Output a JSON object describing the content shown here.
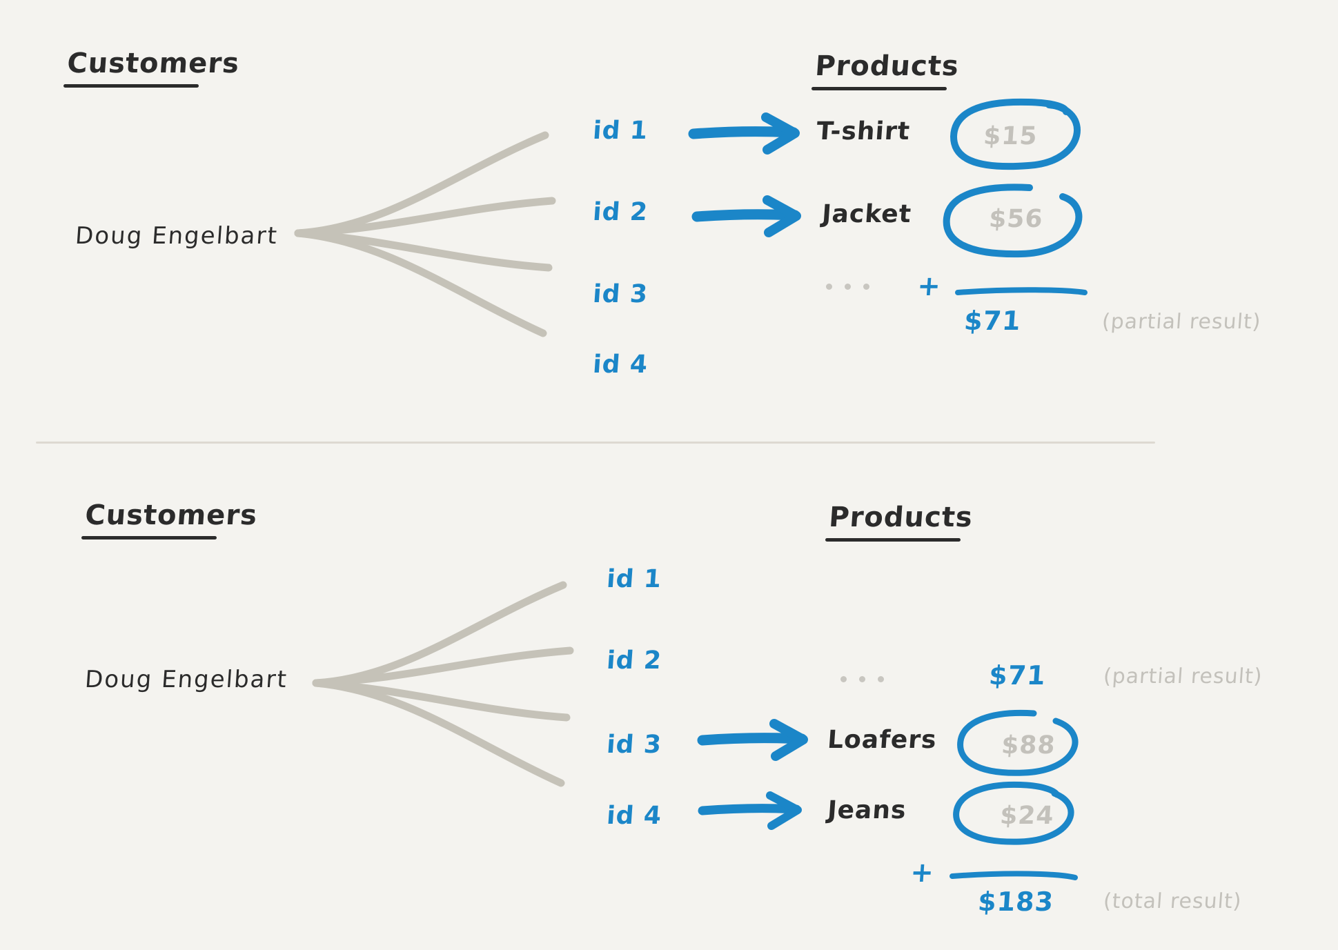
{
  "theme": {
    "background": "#f4f3ef",
    "ink_dark": "#2b2b2b",
    "accent_blue": "#1b86c8",
    "muted_gray": "#c3c1bb",
    "branch_gray": "#c5c2b8",
    "divider": "#ddd9d1"
  },
  "panels": [
    {
      "id": "panel-top",
      "customers_heading": "Customers",
      "products_heading": "Products",
      "customer_name": "Doug Engelbart",
      "ids": [
        "id 1",
        "id 2",
        "id 3",
        "id 4"
      ],
      "rows": [
        {
          "id": "id 1",
          "product": "T-shirt",
          "price": "$15",
          "circled": true,
          "arrow": true
        },
        {
          "id": "id 2",
          "product": "Jacket",
          "price": "$56",
          "circled": true,
          "arrow": true
        }
      ],
      "ellipsis": "...",
      "plus": "+",
      "sum_value": "$71",
      "sum_note": "(partial result)"
    },
    {
      "id": "panel-bottom",
      "customers_heading": "Customers",
      "products_heading": "Products",
      "customer_name": "Doug Engelbart",
      "ids": [
        "id 1",
        "id 2",
        "id 3",
        "id 4"
      ],
      "carried_value": "$71",
      "carried_note": "(partial result)",
      "ellipsis": "...",
      "rows": [
        {
          "id": "id 3",
          "product": "Loafers",
          "price": "$88",
          "circled": true,
          "arrow": true
        },
        {
          "id": "id 4",
          "product": "Jeans",
          "price": "$24",
          "circled": true,
          "arrow": true
        }
      ],
      "plus": "+",
      "sum_value": "$183",
      "sum_note": "(total result)"
    }
  ],
  "icons": {
    "arrow": "arrow-right-icon",
    "circle": "ellipse-highlight-icon",
    "branch": "branch-line-icon"
  }
}
